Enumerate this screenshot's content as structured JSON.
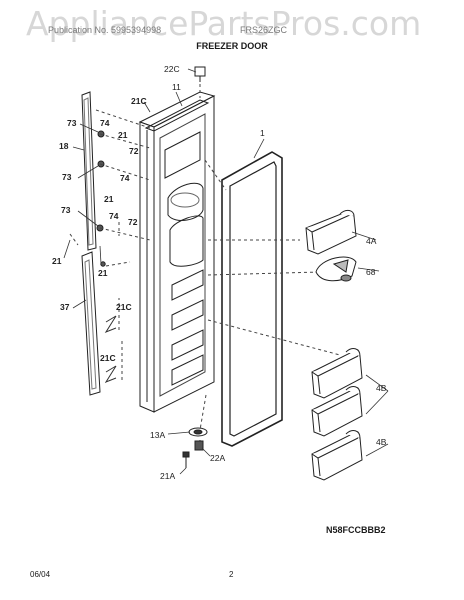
{
  "watermark": "AppliancePartsPros.com",
  "header": {
    "left": "Publication No. 5995394998",
    "right": "FRS26ZGC",
    "title": "FREEZER DOOR"
  },
  "callouts": {
    "c22C": "22C",
    "c11": "11",
    "c1": "1",
    "c21C_a": "21C",
    "c73_a": "73",
    "c74_a": "74",
    "c21_a": "21",
    "c72_a": "72",
    "c18": "18",
    "c73_b": "73",
    "c74_b": "74",
    "c21_b": "21",
    "c73_c": "73",
    "c74_c": "74",
    "c72_b": "72",
    "c21_c": "21",
    "c21_d": "21",
    "c37": "37",
    "c21C_b": "21C",
    "c21C_c": "21C",
    "c4A": "4A",
    "c68": "68",
    "c4B_a": "4B",
    "c4B_b": "4B",
    "c13A": "13A",
    "c22A": "22A",
    "c21A": "21A"
  },
  "diagram_code": "N58FCCBBB2",
  "footer": {
    "date": "06/04",
    "page": "2"
  }
}
